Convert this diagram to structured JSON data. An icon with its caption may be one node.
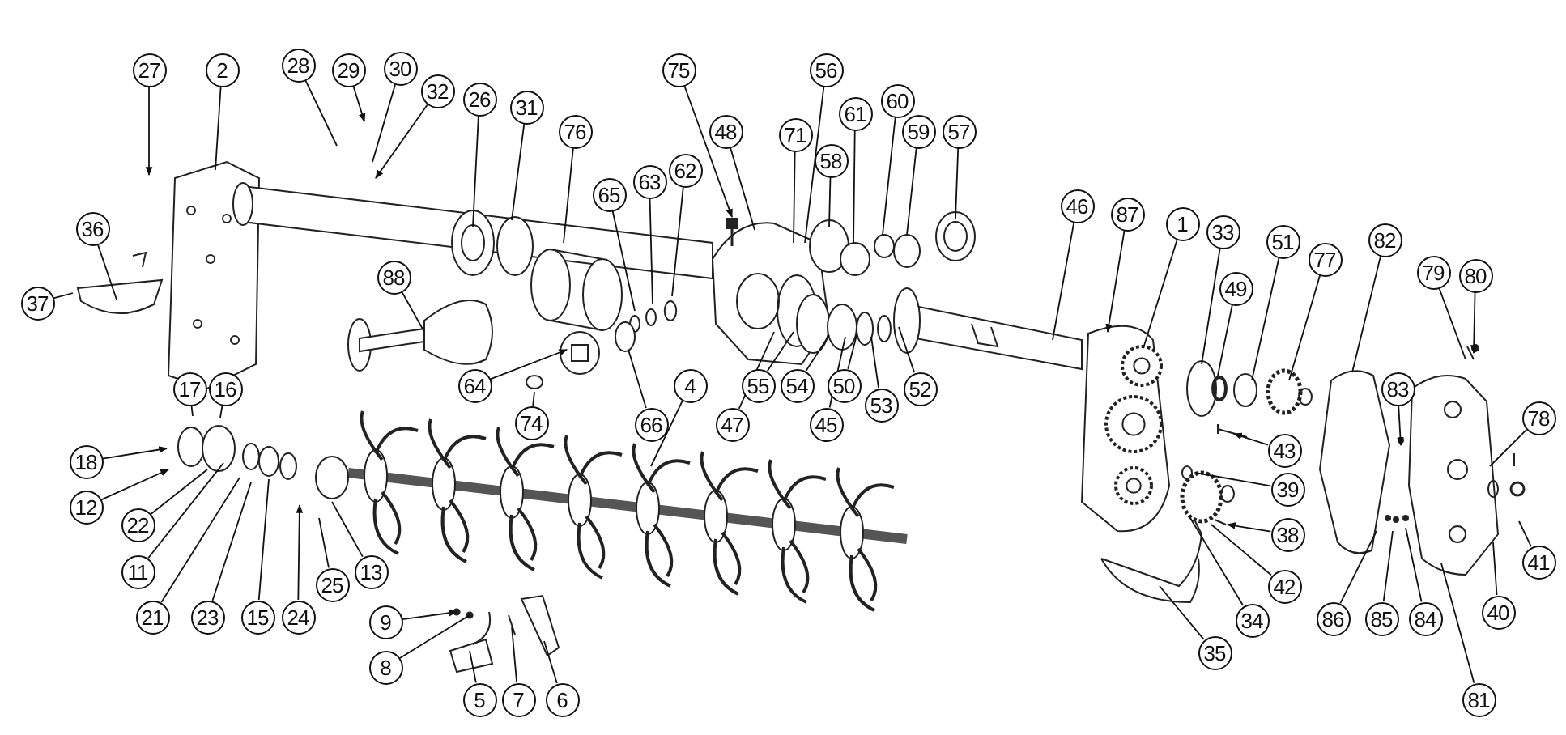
{
  "diagram": {
    "nodes": [
      {
        "text": [
          "27"
        ]
      },
      {
        "text": [
          "2"
        ]
      },
      {
        "text": [
          "28"
        ]
      },
      {
        "text": [
          "29"
        ]
      },
      {
        "text": [
          "30"
        ]
      },
      {
        "text": [
          "32"
        ]
      },
      {
        "text": [
          "26"
        ]
      },
      {
        "text": [
          "31"
        ]
      },
      {
        "text": [
          "76"
        ]
      },
      {
        "text": [
          "75"
        ]
      },
      {
        "text": [
          "48"
        ]
      },
      {
        "text": [
          "56"
        ]
      },
      {
        "text": [
          "71"
        ]
      },
      {
        "text": [
          "58"
        ]
      },
      {
        "text": [
          "61"
        ]
      },
      {
        "text": [
          "60"
        ]
      },
      {
        "text": [
          "59"
        ]
      },
      {
        "text": [
          "57"
        ]
      },
      {
        "text": [
          "46"
        ]
      },
      {
        "text": [
          "87"
        ]
      },
      {
        "text": [
          "1"
        ]
      },
      {
        "text": [
          "33"
        ]
      },
      {
        "text": [
          "49"
        ]
      },
      {
        "text": [
          "51"
        ]
      },
      {
        "text": [
          "77"
        ]
      },
      {
        "text": [
          "82"
        ]
      },
      {
        "text": [
          "79"
        ]
      },
      {
        "text": [
          "80"
        ]
      },
      {
        "text": [
          "36"
        ]
      },
      {
        "text": [
          "37"
        ]
      },
      {
        "text": [
          "88"
        ]
      },
      {
        "text": [
          "65"
        ]
      },
      {
        "text": [
          "63"
        ]
      },
      {
        "text": [
          "62"
        ]
      },
      {
        "text": [
          "17"
        ]
      },
      {
        "text": [
          "16"
        ]
      },
      {
        "text": [
          "18"
        ]
      },
      {
        "text": [
          "12"
        ]
      },
      {
        "text": [
          "64"
        ]
      },
      {
        "text": [
          "74"
        ]
      },
      {
        "text": [
          "4"
        ]
      },
      {
        "text": [
          "66"
        ]
      },
      {
        "text": [
          "47"
        ]
      },
      {
        "text": [
          "55"
        ]
      },
      {
        "text": [
          "54"
        ]
      },
      {
        "text": [
          "45"
        ]
      },
      {
        "text": [
          "50"
        ]
      },
      {
        "text": [
          "53"
        ]
      },
      {
        "text": [
          "52"
        ]
      },
      {
        "text": [
          "83"
        ]
      },
      {
        "text": [
          "78"
        ]
      },
      {
        "text": [
          "43"
        ]
      },
      {
        "text": [
          "39"
        ]
      },
      {
        "text": [
          "38"
        ]
      },
      {
        "text": [
          "42"
        ]
      },
      {
        "text": [
          "41"
        ]
      },
      {
        "text": [
          "40"
        ]
      },
      {
        "text": [
          "86"
        ]
      },
      {
        "text": [
          "85"
        ]
      },
      {
        "text": [
          "84"
        ]
      },
      {
        "text": [
          "81"
        ]
      },
      {
        "text": [
          "34"
        ]
      },
      {
        "text": [
          "35"
        ]
      },
      {
        "text": [
          "22"
        ]
      },
      {
        "text": [
          "11"
        ]
      },
      {
        "text": [
          "21"
        ]
      },
      {
        "text": [
          "23"
        ]
      },
      {
        "text": [
          "15"
        ]
      },
      {
        "text": [
          "24"
        ]
      },
      {
        "text": [
          "25"
        ]
      },
      {
        "text": [
          "13"
        ]
      },
      {
        "text": [
          "9"
        ]
      },
      {
        "text": [
          "8"
        ]
      },
      {
        "text": [
          "5"
        ]
      },
      {
        "text": [
          "7"
        ]
      },
      {
        "text": [
          "6"
        ]
      }
    ],
    "edges": [
      {
        "from": 0,
        "to": null,
        "arrow": "to"
      },
      {
        "from": 1,
        "to": null,
        "arrow": "none"
      },
      {
        "from": 2,
        "to": null,
        "arrow": "none"
      },
      {
        "from": 3,
        "to": null,
        "arrow": "to"
      },
      {
        "from": 4,
        "to": null,
        "arrow": "none"
      },
      {
        "from": 5,
        "to": null,
        "arrow": "to"
      },
      {
        "from": 6,
        "to": null,
        "arrow": "none"
      },
      {
        "from": 7,
        "to": null,
        "arrow": "none"
      },
      {
        "from": 8,
        "to": null,
        "arrow": "none"
      },
      {
        "from": 9,
        "to": null,
        "arrow": "to"
      },
      {
        "from": 10,
        "to": null,
        "arrow": "none"
      },
      {
        "from": 11,
        "to": null,
        "arrow": "none"
      },
      {
        "from": 12,
        "to": null,
        "arrow": "none"
      },
      {
        "from": 13,
        "to": null,
        "arrow": "none"
      },
      {
        "from": 14,
        "to": null,
        "arrow": "none"
      },
      {
        "from": 15,
        "to": null,
        "arrow": "none"
      },
      {
        "from": 16,
        "to": null,
        "arrow": "none"
      },
      {
        "from": 17,
        "to": null,
        "arrow": "none"
      },
      {
        "from": 18,
        "to": null,
        "arrow": "none"
      },
      {
        "from": 19,
        "to": null,
        "arrow": "to"
      },
      {
        "from": 20,
        "to": null,
        "arrow": "none"
      },
      {
        "from": 21,
        "to": null,
        "arrow": "none"
      },
      {
        "from": 22,
        "to": null,
        "arrow": "none"
      },
      {
        "from": 23,
        "to": null,
        "arrow": "none"
      },
      {
        "from": 24,
        "to": null,
        "arrow": "none"
      },
      {
        "from": 25,
        "to": null,
        "arrow": "none"
      },
      {
        "from": 26,
        "to": null,
        "arrow": "none"
      },
      {
        "from": 27,
        "to": null,
        "arrow": "to"
      },
      {
        "from": 28,
        "to": null,
        "arrow": "none"
      },
      {
        "from": 29,
        "to": null,
        "arrow": "none"
      },
      {
        "from": 30,
        "to": null,
        "arrow": "none"
      },
      {
        "from": 31,
        "to": null,
        "arrow": "none"
      },
      {
        "from": 32,
        "to": null,
        "arrow": "none"
      },
      {
        "from": 33,
        "to": null,
        "arrow": "none"
      },
      {
        "from": 34,
        "to": null,
        "arrow": "none"
      },
      {
        "from": 35,
        "to": null,
        "arrow": "none"
      },
      {
        "from": 36,
        "to": null,
        "arrow": "to"
      },
      {
        "from": 37,
        "to": null,
        "arrow": "to"
      },
      {
        "from": 38,
        "to": null,
        "arrow": "to"
      },
      {
        "from": 39,
        "to": null,
        "arrow": "none"
      },
      {
        "from": 40,
        "to": null,
        "arrow": "none"
      },
      {
        "from": 41,
        "to": null,
        "arrow": "none"
      },
      {
        "from": 42,
        "to": null,
        "arrow": "none"
      },
      {
        "from": 43,
        "to": null,
        "arrow": "none"
      },
      {
        "from": 44,
        "to": null,
        "arrow": "none"
      },
      {
        "from": 45,
        "to": null,
        "arrow": "none"
      },
      {
        "from": 46,
        "to": null,
        "arrow": "none"
      },
      {
        "from": 47,
        "to": null,
        "arrow": "none"
      },
      {
        "from": 48,
        "to": null,
        "arrow": "none"
      },
      {
        "from": 49,
        "to": null,
        "arrow": "to"
      },
      {
        "from": 50,
        "to": null,
        "arrow": "none"
      },
      {
        "from": 51,
        "to": null,
        "arrow": "to"
      },
      {
        "from": 52,
        "to": null,
        "arrow": "none"
      },
      {
        "from": 53,
        "to": null,
        "arrow": "to"
      },
      {
        "from": 54,
        "to": null,
        "arrow": "none"
      },
      {
        "from": 55,
        "to": null,
        "arrow": "none"
      },
      {
        "from": 56,
        "to": null,
        "arrow": "none"
      },
      {
        "from": 57,
        "to": null,
        "arrow": "none"
      },
      {
        "from": 58,
        "to": null,
        "arrow": "none"
      },
      {
        "from": 59,
        "to": null,
        "arrow": "none"
      },
      {
        "from": 60,
        "to": null,
        "arrow": "none"
      },
      {
        "from": 61,
        "to": null,
        "arrow": "none"
      },
      {
        "from": 62,
        "to": null,
        "arrow": "none"
      },
      {
        "from": 63,
        "to": null,
        "arrow": "none"
      },
      {
        "from": 64,
        "to": null,
        "arrow": "none"
      },
      {
        "from": 65,
        "to": null,
        "arrow": "none"
      },
      {
        "from": 66,
        "to": null,
        "arrow": "none"
      },
      {
        "from": 67,
        "to": null,
        "arrow": "none"
      },
      {
        "from": 68,
        "to": null,
        "arrow": "to"
      },
      {
        "from": 69,
        "to": null,
        "arrow": "none"
      },
      {
        "from": 70,
        "to": null,
        "arrow": "none"
      },
      {
        "from": 71,
        "to": null,
        "arrow": "to"
      },
      {
        "from": 72,
        "to": null,
        "arrow": "none"
      },
      {
        "from": 73,
        "to": null,
        "arrow": "none"
      },
      {
        "from": 74,
        "to": null,
        "arrow": "none"
      },
      {
        "from": 75,
        "to": null,
        "arrow": "none"
      }
    ]
  }
}
